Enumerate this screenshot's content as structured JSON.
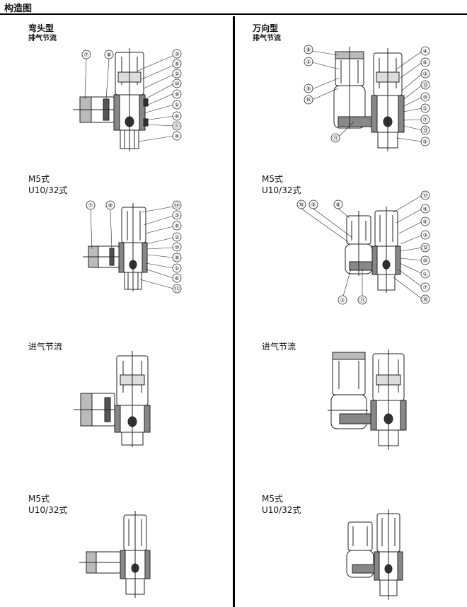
{
  "header": {
    "title": "构造图"
  },
  "left": {
    "s1": {
      "title": "弯头型",
      "subtitle": "排气节流"
    },
    "s2": {
      "line1": "M5式",
      "line2": "U10/32式"
    },
    "s3": {
      "title": "进气节流"
    },
    "s4": {
      "line1": "M5式",
      "line2": "U10/32式"
    }
  },
  "right": {
    "s1": {
      "title": "万向型",
      "subtitle": "排气节流"
    },
    "s2": {
      "line1": "M5式",
      "line2": "U10/32式"
    },
    "s3": {
      "title": "进气节流"
    },
    "s4": {
      "line1": "M5式",
      "line2": "U10/32式"
    }
  },
  "callouts": {
    "d1": [
      "⑦",
      "⑧",
      "③",
      "⑤",
      "②",
      "⑩",
      "⑨",
      "①",
      "⑥",
      "⑪",
      "④"
    ],
    "d2": [
      "⑦",
      "⑧",
      "⑭",
      "③",
      "⑤",
      "②",
      "⑩",
      "⑨",
      "①",
      "⑥",
      "⑬"
    ],
    "d3": [
      "⑧",
      "②",
      "⑨",
      "⑮",
      "④",
      "⑥",
      "③",
      "⑫",
      "⑩",
      "①",
      "⑦",
      "⑬",
      "⑤",
      "⑪"
    ],
    "d4": [
      "⑮",
      "⑨",
      "⑧",
      "⑰",
      "④",
      "⑥",
      "③",
      "⑫",
      "⑩",
      "①",
      "⑦",
      "⑯",
      "②",
      "⑪"
    ]
  }
}
